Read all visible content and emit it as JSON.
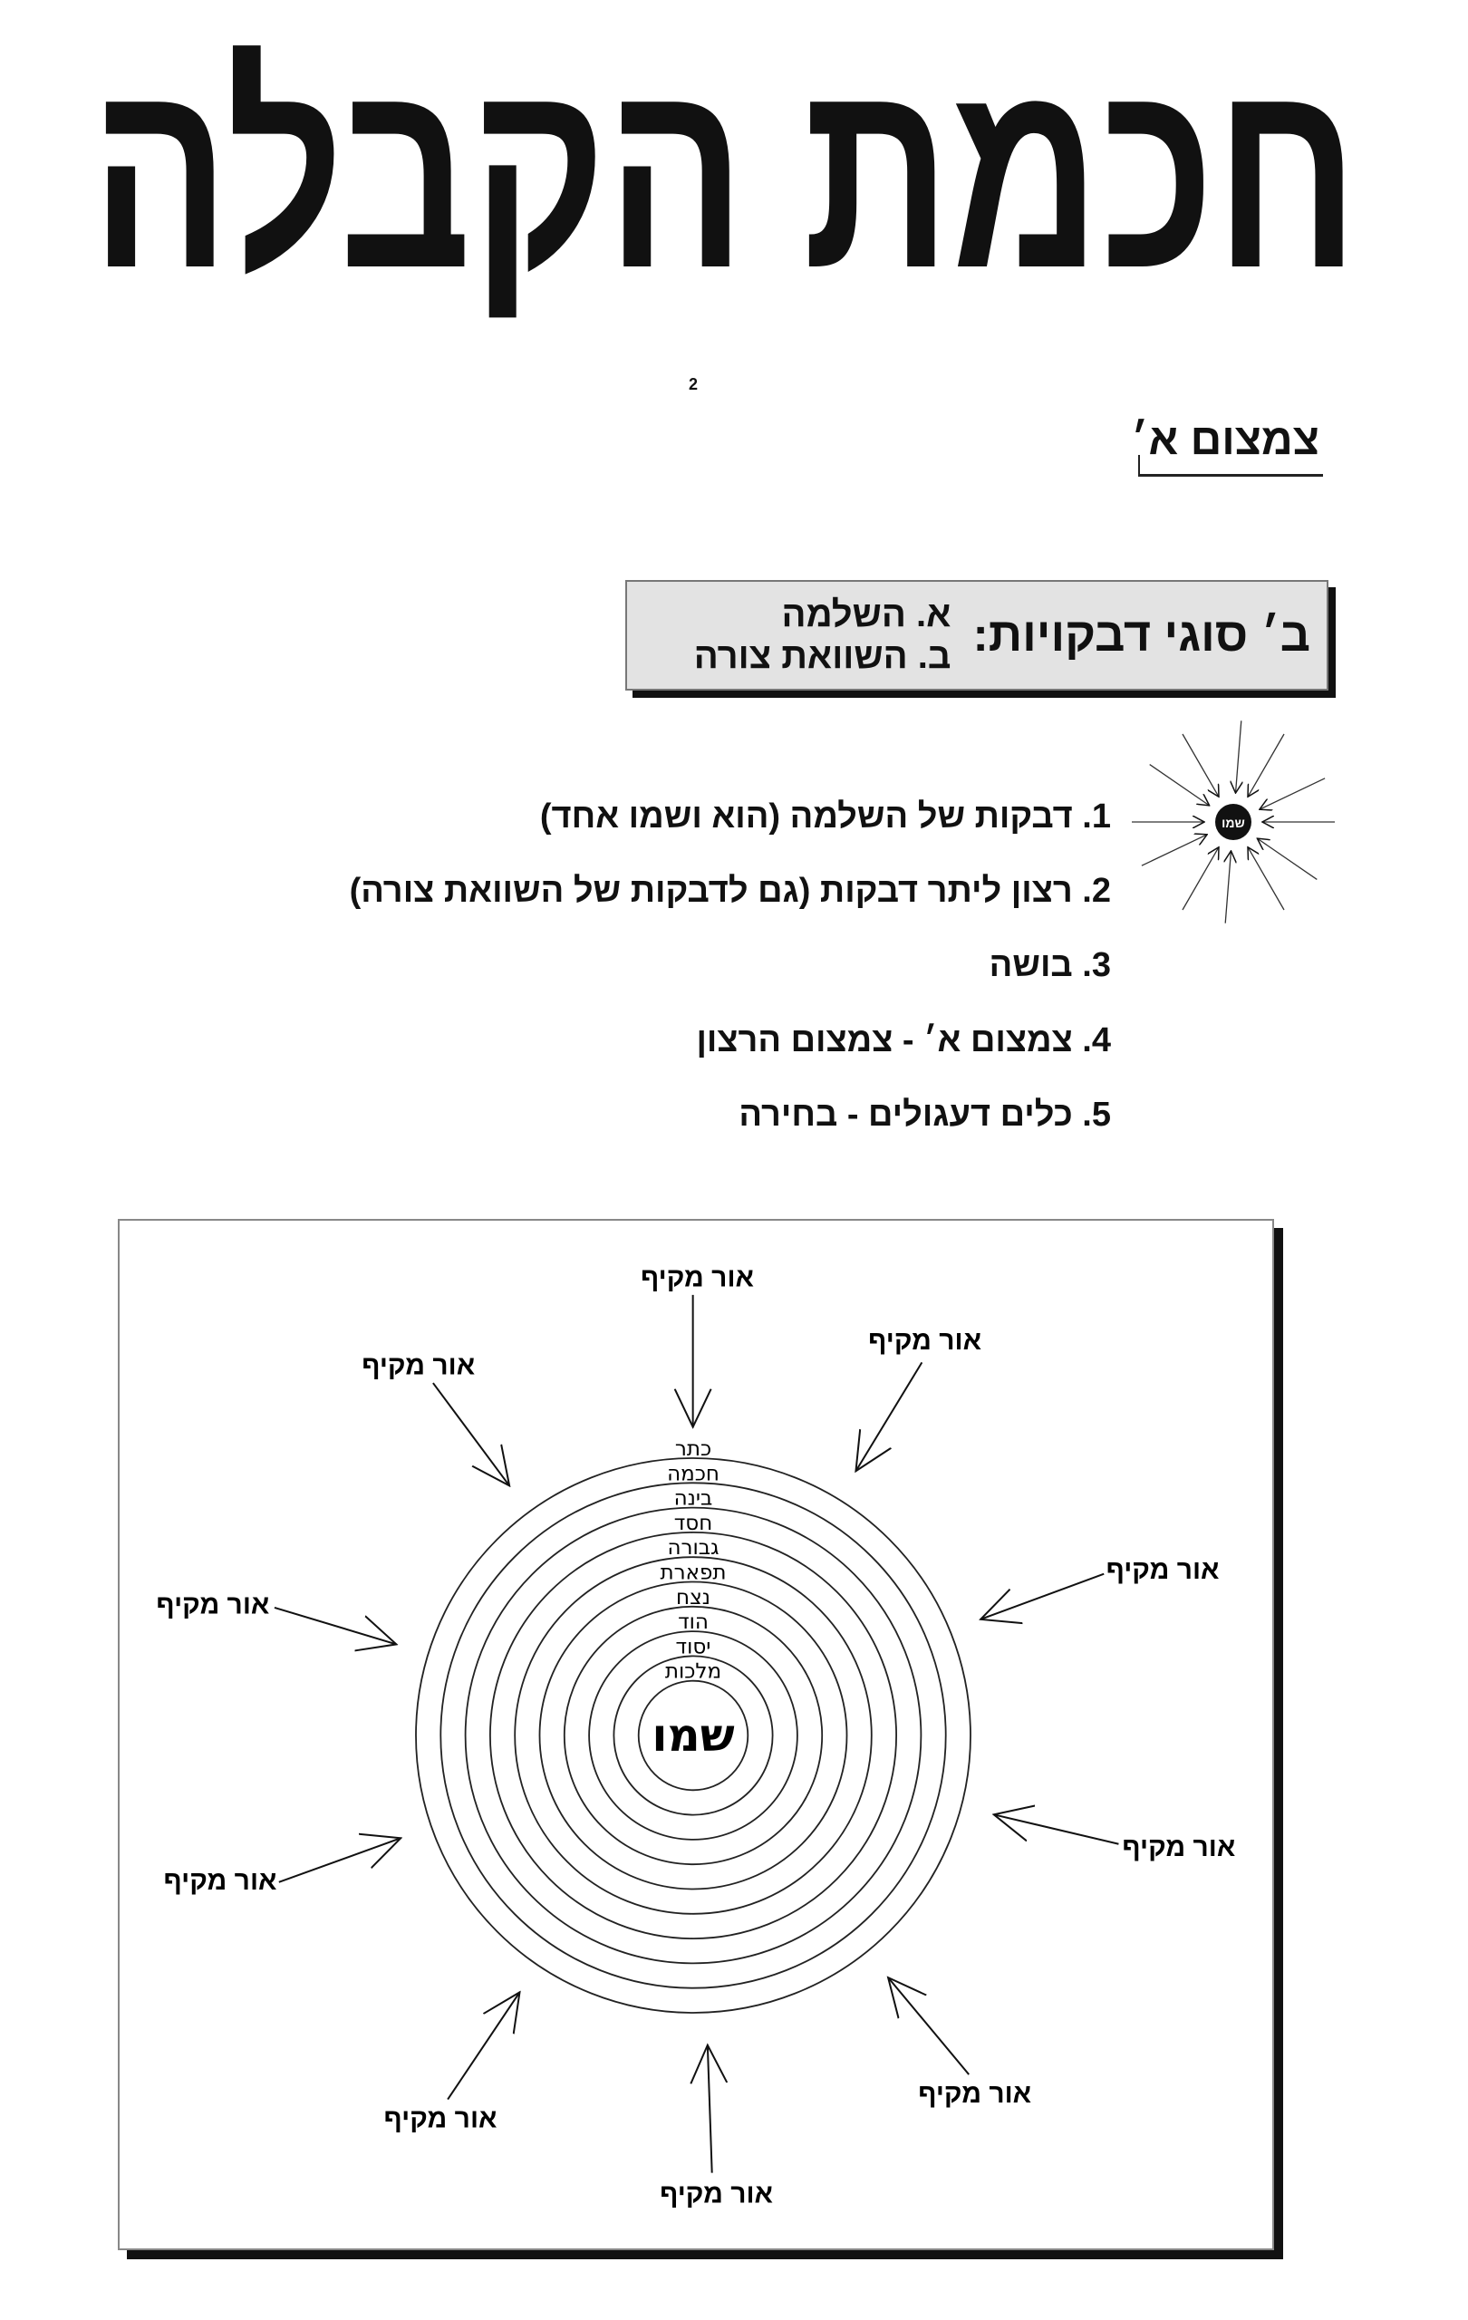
{
  "title": "חכמת הקבלה",
  "page_number": "2",
  "section_title": "צמצום א׳",
  "box": {
    "title": "ב׳ סוגי דבקויות:",
    "items": [
      "א. השלמה",
      "ב. השוואת צורה"
    ]
  },
  "sun_icon_label": "שמו",
  "list": [
    "1. דבקות של השלמה (הוא ושמו אחד)",
    "2. רצון ליתר דבקות (גם לדבקות של השוואת צורה)",
    "3. בושה",
    "4. צמצום א׳ - צמצום הרצון",
    "5. כלים דעגולים - בחירה"
  ],
  "diagram": {
    "center_label": "שמו",
    "sefirot": [
      "כתר",
      "חכמה",
      "בינה",
      "חסד",
      "גבורה",
      "תפארת",
      "נצח",
      "הוד",
      "יסוד",
      "מלכות"
    ],
    "arrow_labels": [
      "אור מקיף",
      "אור מקיף",
      "אור מקיף",
      "אור מקיף",
      "אור מקיף",
      "אור מקיף",
      "אור מקיף",
      "אור מקיף",
      "אור מקיף",
      "אור מקיף"
    ]
  }
}
